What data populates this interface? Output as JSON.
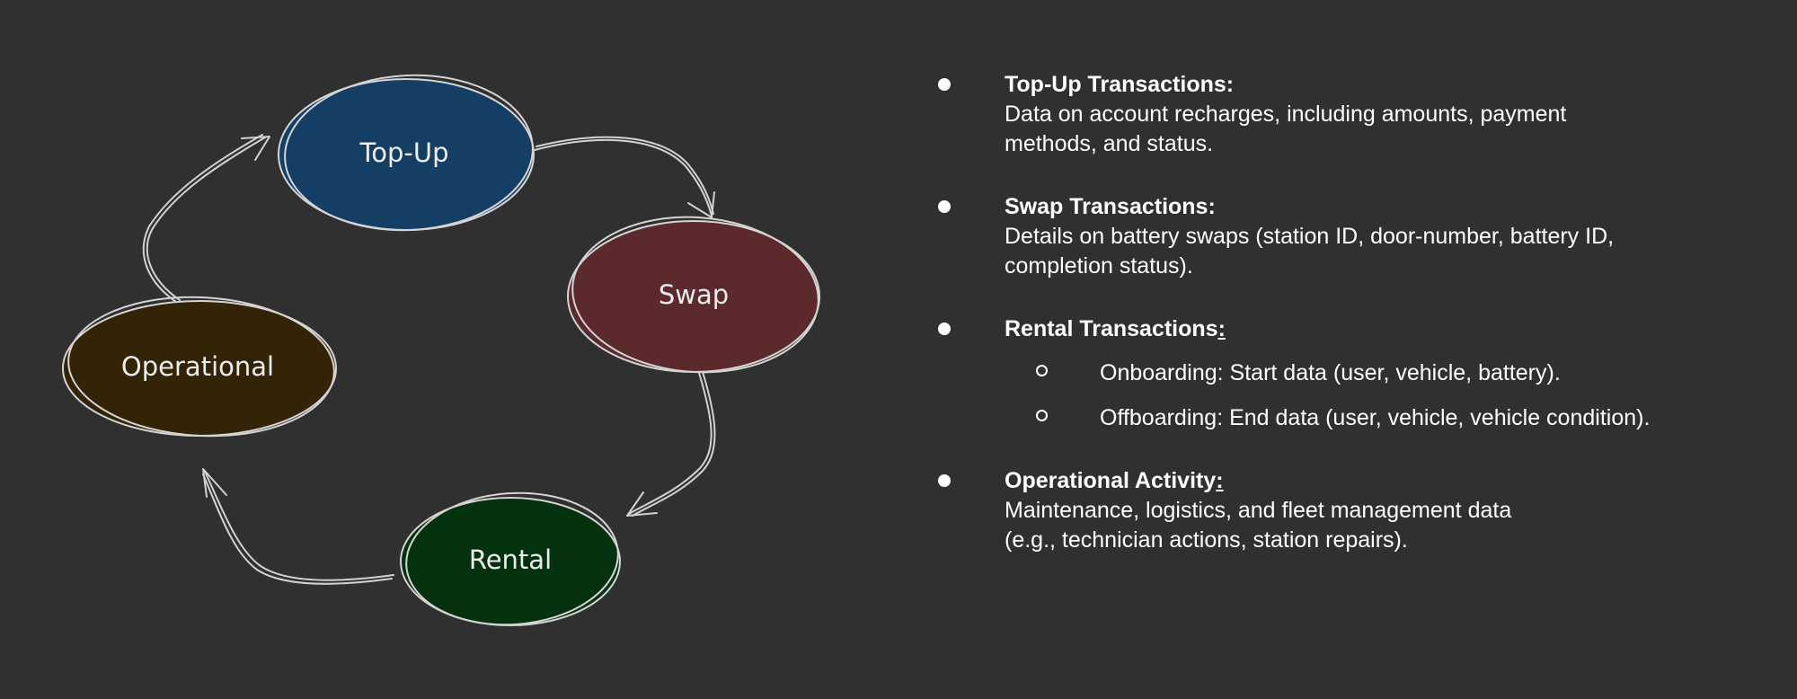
{
  "diagram": {
    "nodes": [
      {
        "id": "topup",
        "label": "Top-Up",
        "color": "#153e64"
      },
      {
        "id": "swap",
        "label": "Swap",
        "color": "#5c2a2c"
      },
      {
        "id": "rental",
        "label": "Rental",
        "color": "#04320f"
      },
      {
        "id": "operational",
        "label": "Operational",
        "color": "#342407"
      }
    ],
    "stroke_color": "#d4d4d4",
    "background": "#303030"
  },
  "bullets": [
    {
      "title": "Top-Up Transactions:",
      "title_suffix": "",
      "desc": "Data on account recharges, including amounts, payment",
      "desc2": "methods, and status."
    },
    {
      "title": "Swap Transactions:",
      "title_suffix": "",
      "desc": "Details on battery swaps (station ID, door-number, battery ID,",
      "desc2": "completion status)."
    },
    {
      "title": "Rental Transactions",
      "title_suffix": ":",
      "subitems": [
        "Onboarding: Start data (user, vehicle, battery).",
        "Offboarding: End data (user, vehicle, vehicle condition)."
      ]
    },
    {
      "title": "Operational Activity",
      "title_suffix": ":",
      "desc": "Maintenance, logistics, and fleet management data",
      "desc2": "(e.g., technician actions, station repairs)."
    }
  ]
}
